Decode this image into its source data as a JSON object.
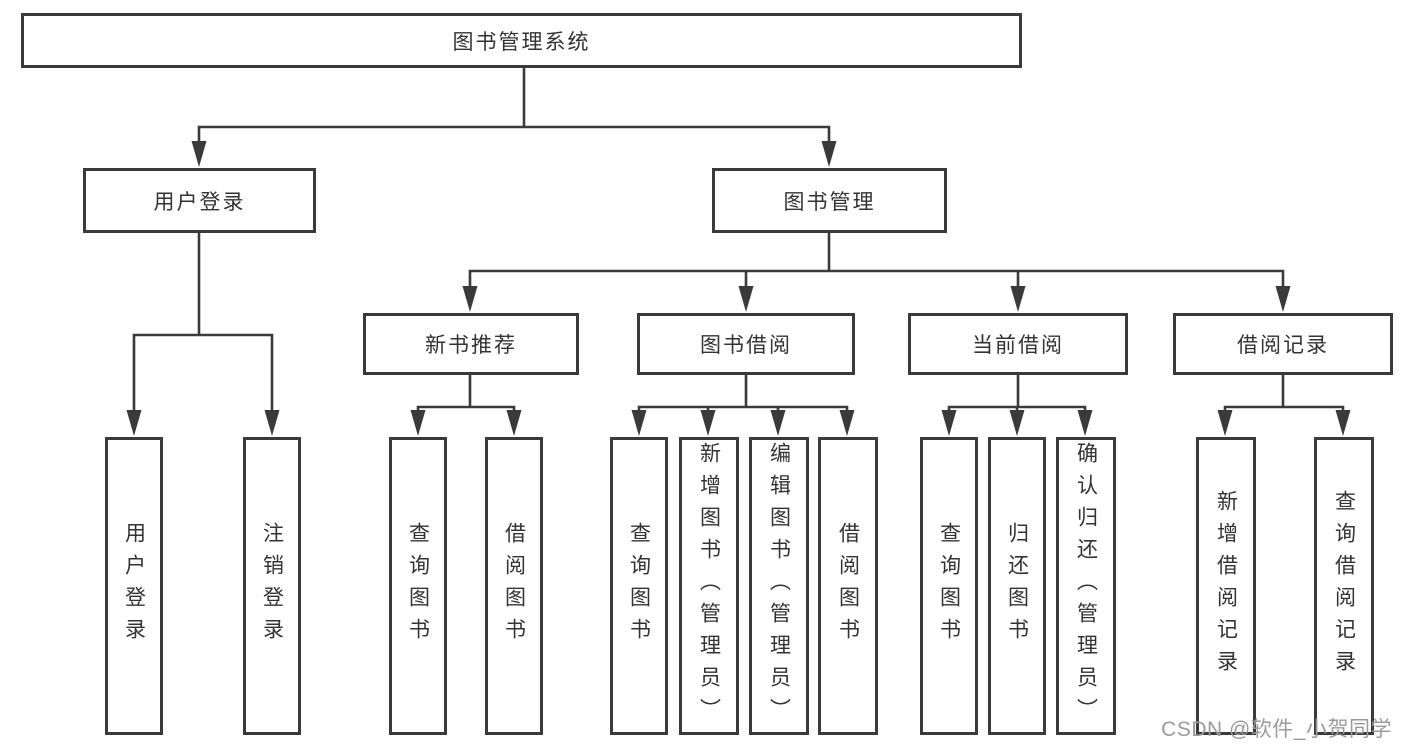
{
  "colors": {
    "background": "#ffffff",
    "line": "#3a3a3a",
    "box_border": "#3a3a3a",
    "text": "#333333",
    "watermark": "#9b9b9b"
  },
  "watermark": {
    "text": "CSDN @软件_小贺同学"
  },
  "diagram": {
    "type": "tree",
    "root": {
      "label": "图书管理系统"
    },
    "level2": [
      {
        "label": "用户登录",
        "parent": "图书管理系统"
      },
      {
        "label": "图书管理",
        "parent": "图书管理系统"
      }
    ],
    "level3": [
      {
        "label": "新书推荐",
        "parent": "图书管理"
      },
      {
        "label": "图书借阅",
        "parent": "图书管理"
      },
      {
        "label": "当前借阅",
        "parent": "图书管理"
      },
      {
        "label": "借阅记录",
        "parent": "图书管理"
      }
    ],
    "leaves": [
      {
        "label": "用户登录",
        "parent": "用户登录"
      },
      {
        "label": "注销登录",
        "parent": "用户登录"
      },
      {
        "label": "查询图书",
        "parent": "新书推荐"
      },
      {
        "label": "借阅图书",
        "parent": "新书推荐"
      },
      {
        "label": "查询图书",
        "parent": "图书借阅"
      },
      {
        "label": "新增图书（管理员）",
        "parent": "图书借阅"
      },
      {
        "label": "编辑图书（管理员）",
        "parent": "图书借阅"
      },
      {
        "label": "借阅图书",
        "parent": "图书借阅"
      },
      {
        "label": "查询图书",
        "parent": "当前借阅"
      },
      {
        "label": "归还图书",
        "parent": "当前借阅"
      },
      {
        "label": "确认归还（管理员）",
        "parent": "当前借阅"
      },
      {
        "label": "新增借阅记录",
        "parent": "借阅记录"
      },
      {
        "label": "查询借阅记录",
        "parent": "借阅记录"
      }
    ]
  }
}
